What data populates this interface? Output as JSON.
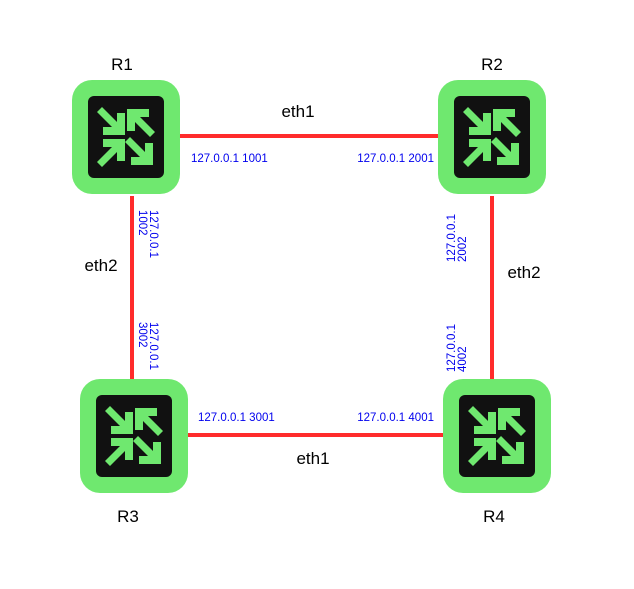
{
  "colors": {
    "link": "#ff2b2b",
    "router_outer": "#6fe86f",
    "router_inner": "#111111",
    "router_arrow": "#6fe86f",
    "address_text": "#0000ee"
  },
  "icon": "router-icon",
  "routers": {
    "r1": {
      "name": "R1"
    },
    "r2": {
      "name": "R2"
    },
    "r3": {
      "name": "R3"
    },
    "r4": {
      "name": "R4"
    }
  },
  "links": {
    "r1_r2": {
      "name": "eth1",
      "a": {
        "ip": "127.0.0.1",
        "port": "1001"
      },
      "b": {
        "ip": "127.0.0.1",
        "port": "2001"
      }
    },
    "r3_r4": {
      "name": "eth1",
      "a": {
        "ip": "127.0.0.1",
        "port": "3001"
      },
      "b": {
        "ip": "127.0.0.1",
        "port": "4001"
      }
    },
    "r1_r3": {
      "name": "eth2",
      "a": {
        "ip": "127.0.0.1",
        "port": "1002"
      },
      "b": {
        "ip": "127.0.0.1",
        "port": "3002"
      }
    },
    "r2_r4": {
      "name": "eth2",
      "a": {
        "ip": "127.0.0.1",
        "port": "2002"
      },
      "b": {
        "ip": "127.0.0.1",
        "port": "4002"
      }
    }
  }
}
